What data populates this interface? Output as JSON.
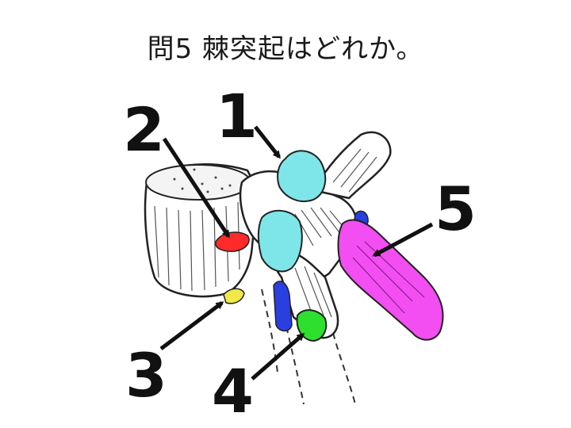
{
  "title": "問5 棘突起はどれか。",
  "labels": {
    "l1": "1",
    "l2": "2",
    "l3": "3",
    "l4": "4",
    "l5": "5"
  },
  "colors": {
    "part1": "#7ee6e8",
    "part2": "#ff2a2a",
    "part3": "#f2e84a",
    "part4": "#2ee02e",
    "part5": "#f24ef2",
    "pedicle": "#2a3fe0",
    "line": "#222222",
    "arrow": "#111111"
  }
}
